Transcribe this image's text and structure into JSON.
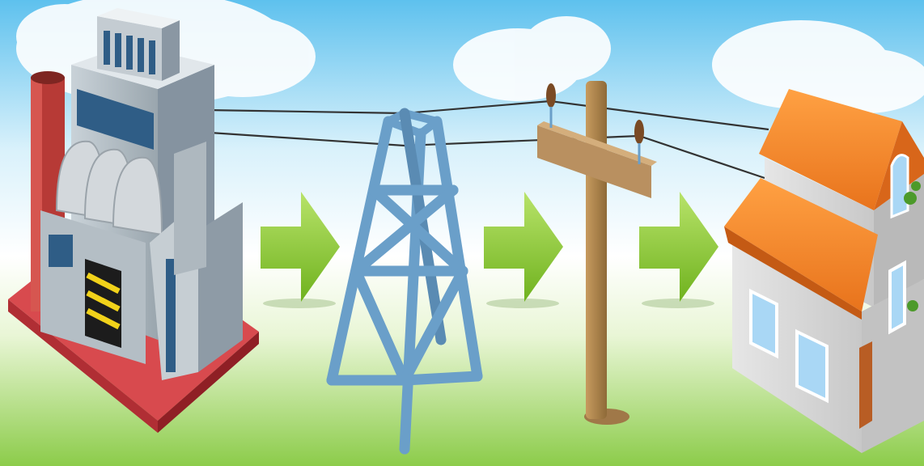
{
  "diagram": {
    "stages": [
      {
        "id": "power-plant",
        "icon": "factory-icon"
      },
      {
        "id": "transmission-tower",
        "icon": "lattice-tower-icon"
      },
      {
        "id": "utility-pole",
        "icon": "wooden-pole-icon"
      },
      {
        "id": "house",
        "icon": "house-icon"
      }
    ],
    "connectors": [
      {
        "from": "power-plant",
        "to": "transmission-tower",
        "icon": "right-arrow-icon"
      },
      {
        "from": "transmission-tower",
        "to": "utility-pole",
        "icon": "right-arrow-icon"
      },
      {
        "from": "utility-pole",
        "to": "house",
        "icon": "right-arrow-icon"
      }
    ]
  },
  "colors": {
    "sky_top": "#5ec1ee",
    "sky_mid": "#d9f1fb",
    "ground": "#8ccc4a",
    "arrow": "#8fce33",
    "tower": "#6a9fc9",
    "pole": "#b3884f",
    "roof": "#f5872a",
    "plant_base": "#d84a4e",
    "chimney": "#b73a36",
    "wire": "#333333"
  }
}
